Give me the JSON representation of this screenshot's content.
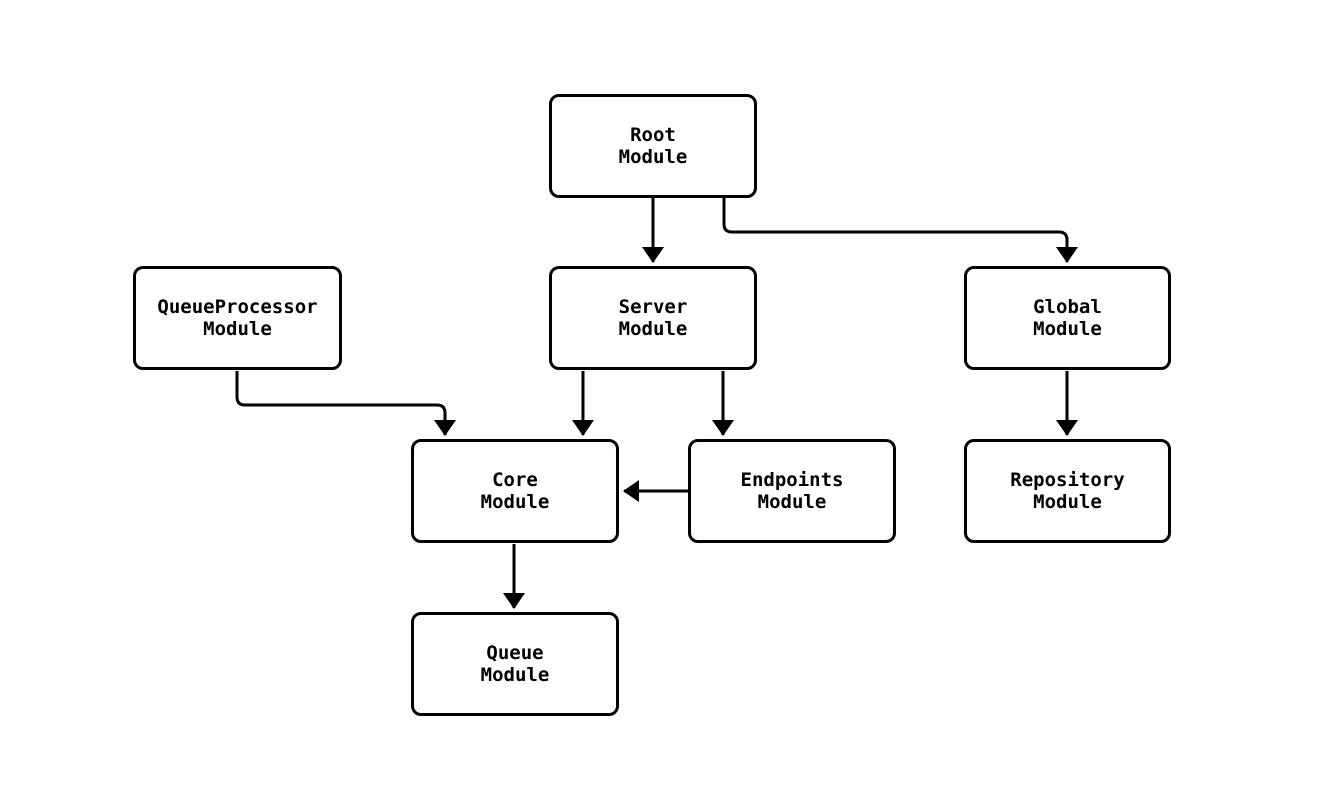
{
  "diagram": {
    "type": "flowchart",
    "background_color": "#ffffff",
    "stroke_color": "#000000",
    "nodes": {
      "root": {
        "label": "Root\nModule"
      },
      "server": {
        "label": "Server\nModule"
      },
      "queueprocessor": {
        "label": "QueueProcessor\nModule"
      },
      "global": {
        "label": "Global\nModule"
      },
      "core": {
        "label": "Core\nModule"
      },
      "endpoints": {
        "label": "Endpoints\nModule"
      },
      "repository": {
        "label": "Repository\nModule"
      },
      "queue": {
        "label": "Queue\nModule"
      }
    },
    "edges": [
      {
        "from": "Root Module",
        "to": "Server Module"
      },
      {
        "from": "Root Module",
        "to": "Global Module"
      },
      {
        "from": "QueueProcessor Module",
        "to": "Core Module"
      },
      {
        "from": "Server Module",
        "to": "Core Module"
      },
      {
        "from": "Server Module",
        "to": "Endpoints Module"
      },
      {
        "from": "Endpoints Module",
        "to": "Core Module"
      },
      {
        "from": "Global Module",
        "to": "Repository Module"
      },
      {
        "from": "Core Module",
        "to": "Queue Module"
      }
    ]
  }
}
